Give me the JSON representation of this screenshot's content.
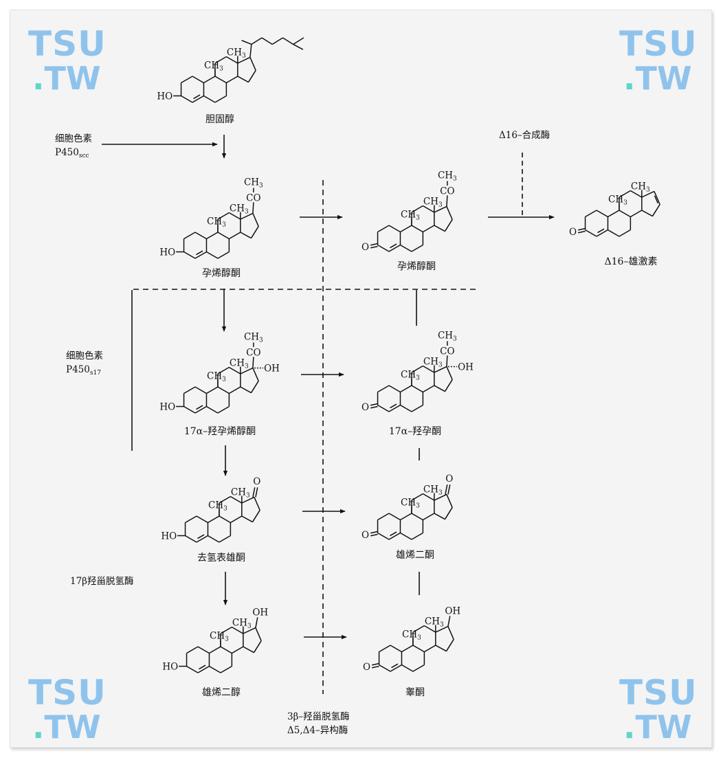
{
  "watermark": {
    "line1": "TSU",
    "line2_dot": ".",
    "line2": "TW"
  },
  "colors": {
    "ink": "#111111",
    "sheet": "#f4f4f4",
    "watermark": "#8fc3ec",
    "watermark_dot": "#5fd6c9"
  },
  "compounds": {
    "cholesterol": "胆固醇",
    "pregnenolone": "孕烯醇酮",
    "progesterone": "孕烯醇酮",
    "androstadienone": "Δ16–雄激素",
    "hydroxypregnenolone": "17α–羟孕烯醇酮",
    "hydroxyprogesterone": "17α–羟孕酮",
    "dhea": "去氢表雄酮",
    "androstenedione": "雄烯二酮",
    "androstenediol": "雄烯二醇",
    "testosterone": "睾酮"
  },
  "enzymes": {
    "scc_line1": "细胞色素",
    "scc_line2": "P450",
    "scc_sub": "scc",
    "s17_line1": "细胞色素",
    "s17_line2": "P450",
    "s17_sub": "s17",
    "delta16": "Δ16–合成酶",
    "hsd17": "17β羟甾脱氢酶",
    "hsd3_line1": "3β–羟甾脱氢酶",
    "hsd3_line2": "Δ5,Δ4–异构酶"
  },
  "atoms": {
    "methyl": "CH",
    "methyl_sub": "3",
    "acetyl_co": "CO",
    "hydroxyl": "OH",
    "hydroxyl_left": "HO",
    "oxygen": "O",
    "hydroxyl_dash": "-OH"
  }
}
